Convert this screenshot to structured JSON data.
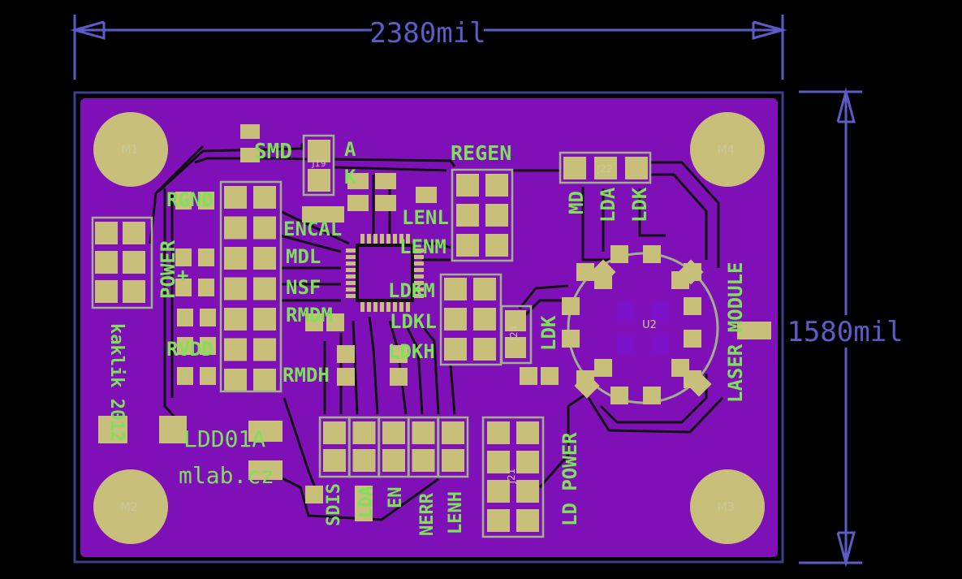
{
  "colors": {
    "background": "#000000",
    "board": "#7f10b8",
    "board_edge": "#3c3e90",
    "dimension": "#5a5cc8",
    "pad": "#c8c07a",
    "copper_trace": "#111111",
    "silkscreen": "#7fe05a",
    "outline": "#a0b08a",
    "via": "#7a10c8"
  },
  "dimensions": {
    "width": "2380mil",
    "height": "1580mil"
  },
  "mounting_holes": [
    "M1",
    "M4",
    "M2",
    "M3"
  ],
  "labels": {
    "smd": "SMD",
    "a": "A",
    "k": "K",
    "regen": "REGEN",
    "rgnd": "RGND",
    "power": "POWER",
    "plus": "+",
    "encal": "ENCAL",
    "mdl": "MDL",
    "nsf": "NSF",
    "rmdm": "RMDM",
    "rmdh": "RMDH",
    "rvdd": "RVDD",
    "lenl": "LENL",
    "lenm": "LENM",
    "ldkm": "LDKM",
    "ldkl": "LDKL",
    "ldkh": "LDKH",
    "ldk_side": "LDK",
    "md": "MD",
    "lda": "LDA",
    "ldk": "LDK",
    "laser_module": "LASER MODULE",
    "ld_power": "LD POWER",
    "author": "kaklik 2012",
    "title": "LDD01A",
    "url": "mlab.cz",
    "sdis": "SDIS",
    "lda_bottom": "LDA",
    "en": "EN",
    "nerr": "NERR",
    "lenh": "LENH"
  },
  "components": {
    "j19": "J19",
    "j22": "J22",
    "j24": "J24",
    "u2": "U2",
    "j21": "J21"
  }
}
